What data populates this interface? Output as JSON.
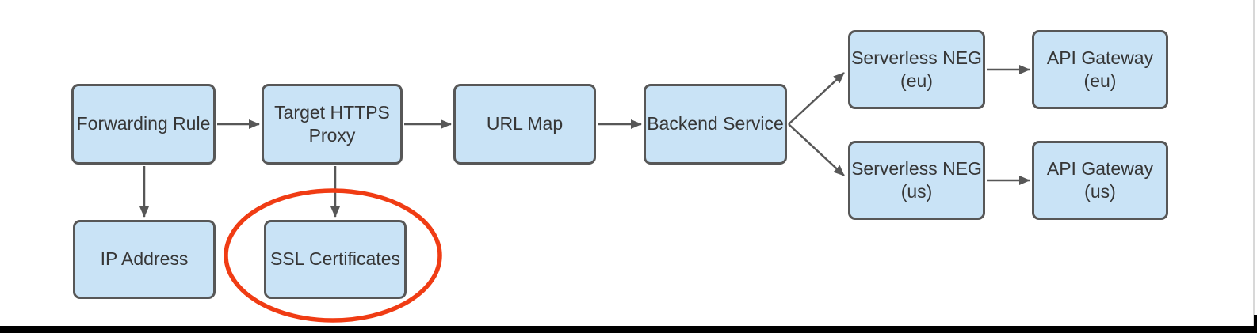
{
  "diagram": {
    "type": "flowchart",
    "background": "#FFFFFF",
    "nodes": [
      {
        "id": "forwarding-rule",
        "label": "Forwarding Rule"
      },
      {
        "id": "target-https-proxy",
        "label": "Target HTTPS\nProxy"
      },
      {
        "id": "url-map",
        "label": "URL Map"
      },
      {
        "id": "backend-service",
        "label": "Backend Service"
      },
      {
        "id": "serverless-neg-eu",
        "label": "Serverless NEG\n(eu)"
      },
      {
        "id": "api-gateway-eu",
        "label": "API Gateway\n(eu)"
      },
      {
        "id": "serverless-neg-us",
        "label": "Serverless NEG\n(us)"
      },
      {
        "id": "api-gateway-us",
        "label": "API Gateway\n(us)"
      },
      {
        "id": "ip-address",
        "label": "IP Address"
      },
      {
        "id": "ssl-certificates",
        "label": "SSL Certificates"
      }
    ],
    "edges": [
      {
        "from": "forwarding-rule",
        "to": "target-https-proxy",
        "direction": "right"
      },
      {
        "from": "target-https-proxy",
        "to": "url-map",
        "direction": "right"
      },
      {
        "from": "url-map",
        "to": "backend-service",
        "direction": "right"
      },
      {
        "from": "backend-service",
        "to": "serverless-neg-eu",
        "direction": "up-right"
      },
      {
        "from": "backend-service",
        "to": "serverless-neg-us",
        "direction": "down-right"
      },
      {
        "from": "serverless-neg-eu",
        "to": "api-gateway-eu",
        "direction": "right"
      },
      {
        "from": "serverless-neg-us",
        "to": "api-gateway-us",
        "direction": "right"
      },
      {
        "from": "forwarding-rule",
        "to": "ip-address",
        "direction": "down"
      },
      {
        "from": "target-https-proxy",
        "to": "ssl-certificates",
        "direction": "down"
      }
    ],
    "highlight": {
      "shape": "ellipse",
      "around_node": "ssl-certificates",
      "color": "#F03C14"
    },
    "colors": {
      "node_fill": "#C9E3F6",
      "node_border": "#575757",
      "node_text": "#363636",
      "arrow": "#575757",
      "highlight": "#F03C14",
      "screen_edge": "#000000"
    }
  }
}
